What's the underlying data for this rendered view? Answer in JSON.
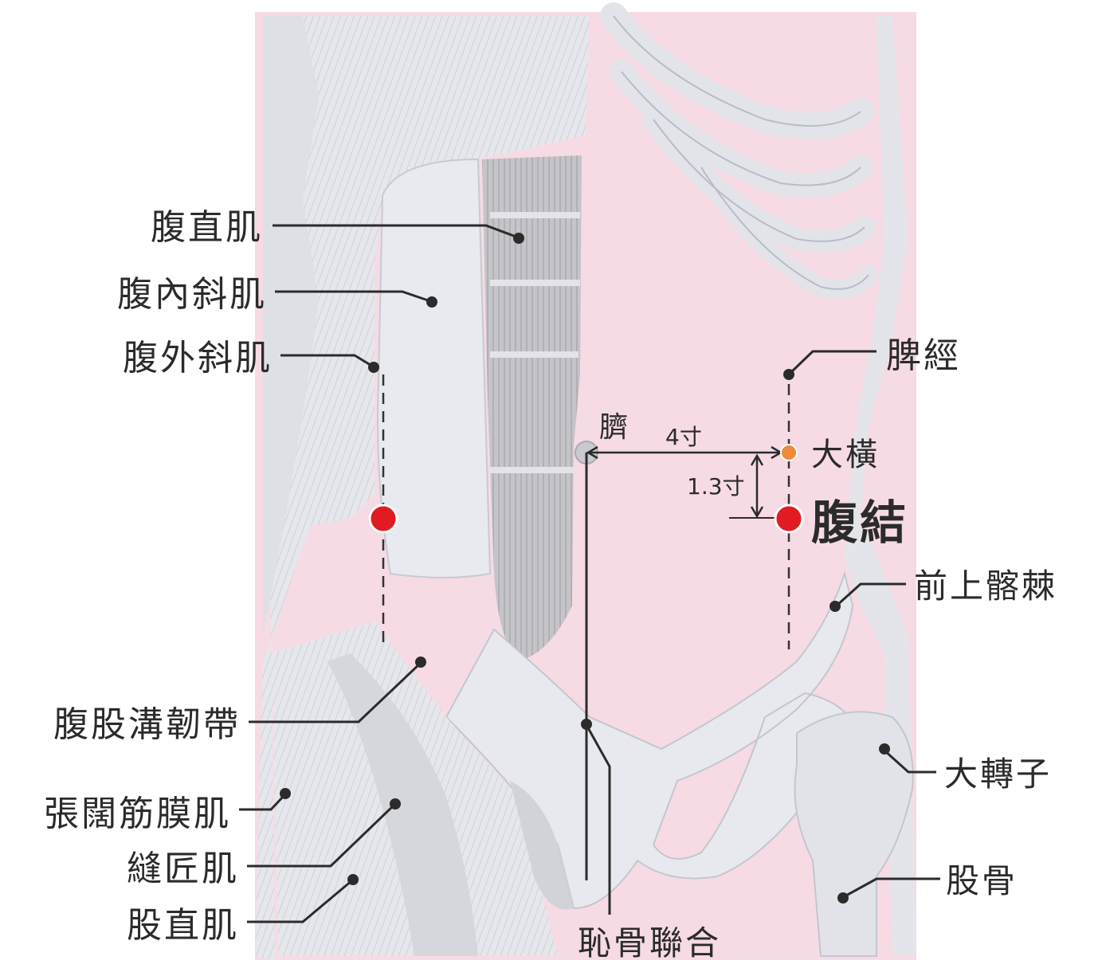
{
  "labels": {
    "rectus_abdominis": "腹直肌",
    "internal_oblique": "腹內斜肌",
    "external_oblique": "腹外斜肌",
    "spleen_meridian": "脾經",
    "navel": "臍",
    "distance_4": "4寸",
    "daheng": "大橫",
    "distance_1_3": "1.3寸",
    "fujie": "腹結",
    "asis": "前上髂棘",
    "inguinal_ligament": "腹股溝韌帶",
    "tensor_fasciae_latae": "張闊筋膜肌",
    "greater_trochanter": "大轉子",
    "sartorius": "縫匠肌",
    "femur": "股骨",
    "rectus_femoris": "股直肌",
    "pubic_symphysis": "恥骨聯合"
  },
  "colors": {
    "target_point": "#e11b22",
    "reference_point": "#ef8a3a",
    "skin_pink": "#f7dde5",
    "muscle_gray": "#d9dbe2"
  }
}
